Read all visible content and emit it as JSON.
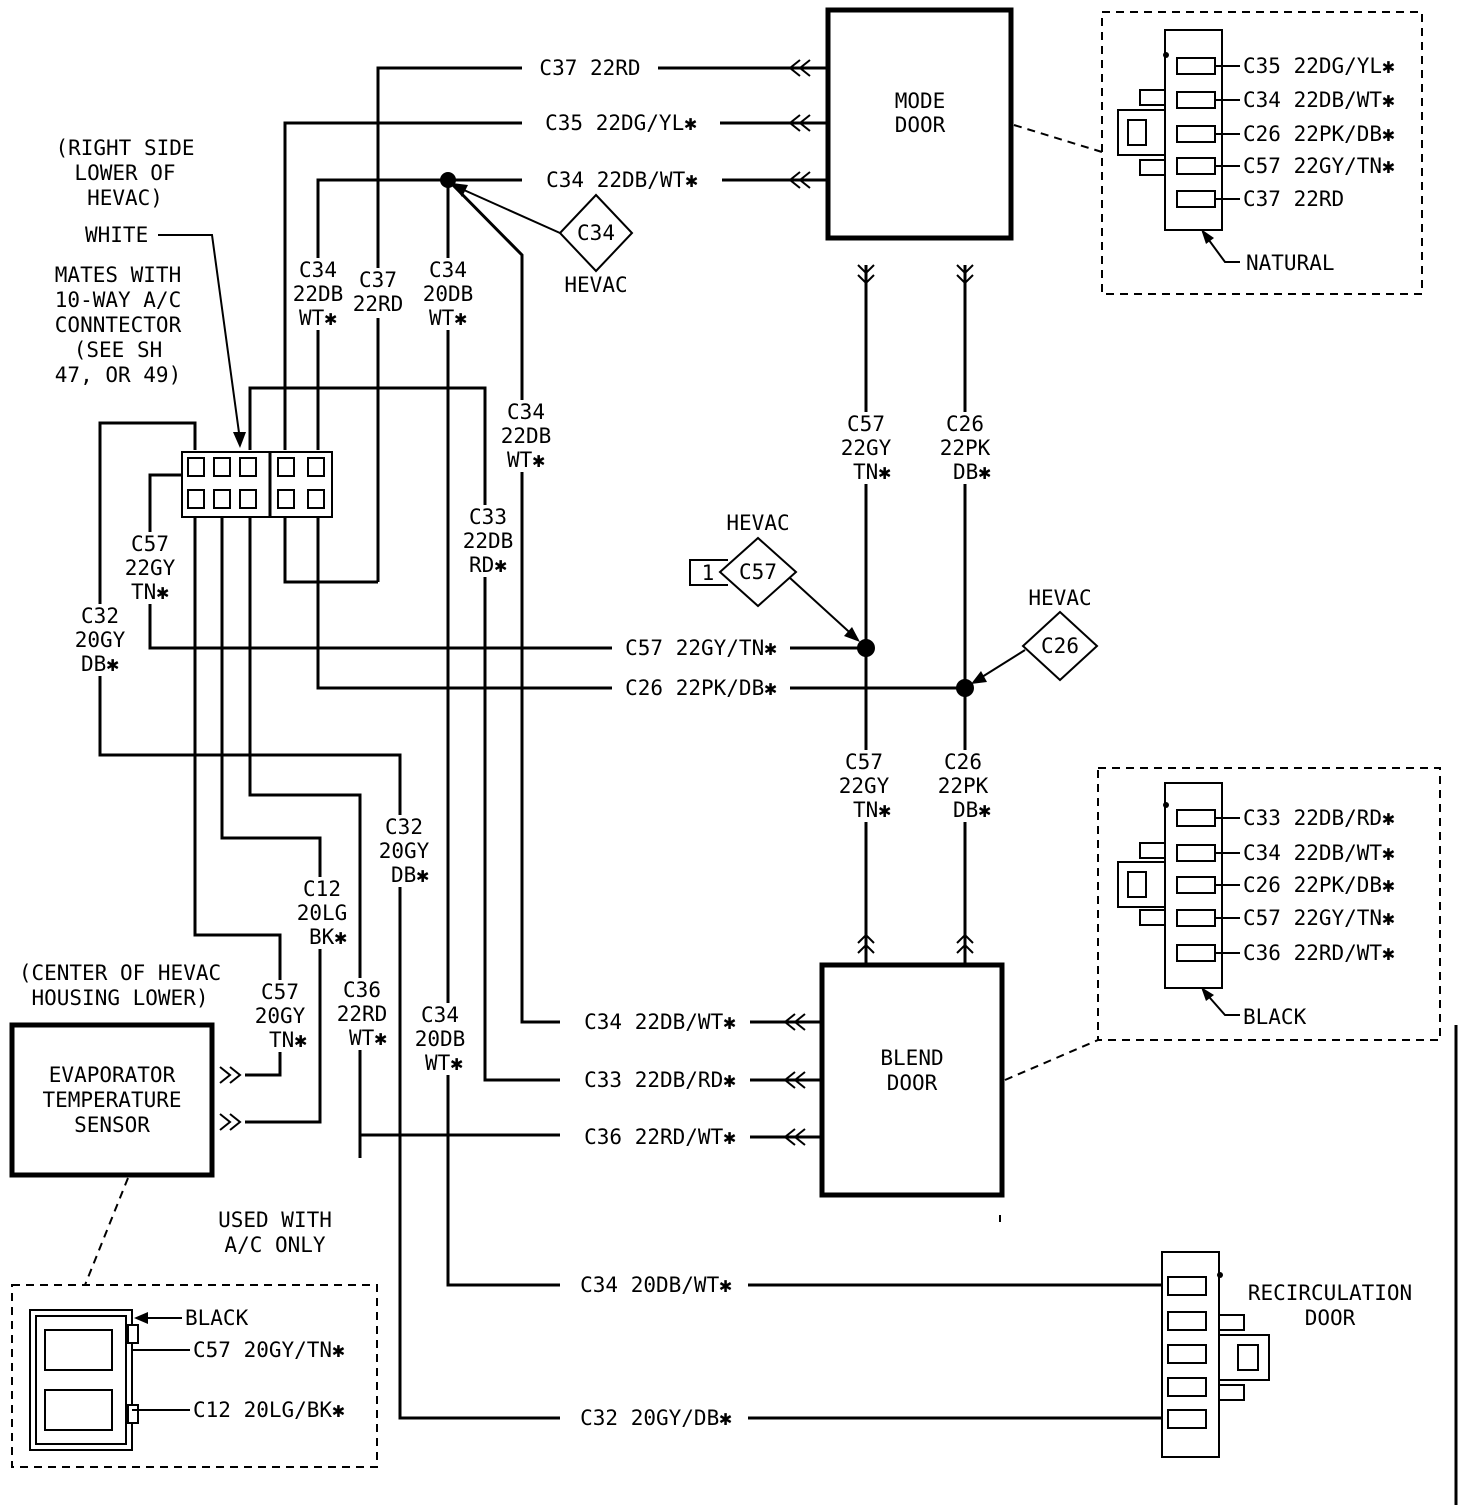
{
  "components": {
    "mode_door": [
      "MODE",
      "DOOR"
    ],
    "blend_door": [
      "BLEND",
      "DOOR"
    ],
    "evaporator": [
      "EVAPORATOR",
      "TEMPERATURE",
      "SENSOR"
    ],
    "recirculation": [
      "RECIRCULATION",
      "DOOR"
    ]
  },
  "notes": {
    "right_side": [
      "(RIGHT SIDE",
      "LOWER OF",
      "HEVAC)"
    ],
    "white": "WHITE",
    "mates_with": [
      "MATES WITH",
      "10-WAY A/C",
      "CONNTECTOR",
      "(SEE SH",
      "47, OR 49)"
    ],
    "center_of_hevac": [
      "(CENTER OF HEVAC",
      "HOUSING LOWER)"
    ],
    "used_with": [
      "USED WITH",
      "A/C ONLY"
    ]
  },
  "splices": {
    "hevac": "HEVAC",
    "c34": "C34",
    "c57": "C57",
    "c26": "C26",
    "c57_ref": "1"
  },
  "wires": {
    "c37_22rd": "C37 22RD",
    "c35_22dg_yl": "C35 22DG/YL✱",
    "c34_22db_wt": "C34 22DB/WT✱",
    "c57_22gy_tn": "C57 22GY/TN✱",
    "c26_22pk_db": "C26 22PK/DB✱",
    "c33_22db_rd": "C33 22DB/RD✱",
    "c36_22rd_wt": "C36 22RD/WT✱",
    "c34_20db_wt": "C34 20DB/WT✱",
    "c32_20gy_db": "C32 20GY/DB✱"
  },
  "vertical_labels": {
    "c34_22db_wt": [
      "C34",
      "22DB",
      "WT✱"
    ],
    "c37_22rd": [
      "C37",
      "22RD"
    ],
    "c34_20db_wt": [
      "C34",
      "20DB",
      "WT✱"
    ],
    "c57_22gy_tn": [
      "C57",
      "22GY",
      "TN✱"
    ],
    "c26_22pk_db": [
      "C26",
      "22PK",
      "DB✱"
    ],
    "c33_22db_rd": [
      "C33",
      "22DB",
      "RD✱"
    ],
    "c32_20gy_db": [
      "C32",
      "20GY",
      "DB✱"
    ],
    "c12_20lg_bk": [
      "C12",
      "20LG",
      "BK✱"
    ],
    "c57_20gy_tn": [
      "C57",
      "20GY",
      "TN✱"
    ],
    "c36_22rd_wt": [
      "C36",
      "22RD",
      "WT✱"
    ]
  },
  "mode_connector": {
    "pins": [
      "C35 22DG/YL✱",
      "C34 22DB/WT✱",
      "C26 22PK/DB✱",
      "C57 22GY/TN✱",
      "C37 22RD"
    ],
    "color": "NATURAL"
  },
  "blend_connector": {
    "pins": [
      "C33 22DB/RD✱",
      "C34 22DB/WT✱",
      "C26 22PK/DB✱",
      "C57 22GY/TN✱",
      "C36 22RD/WT✱"
    ],
    "color": "BLACK"
  },
  "sensor_connector": {
    "color": "BLACK",
    "pins": [
      "C57 20GY/TN✱",
      "C12 20LG/BK✱"
    ]
  }
}
